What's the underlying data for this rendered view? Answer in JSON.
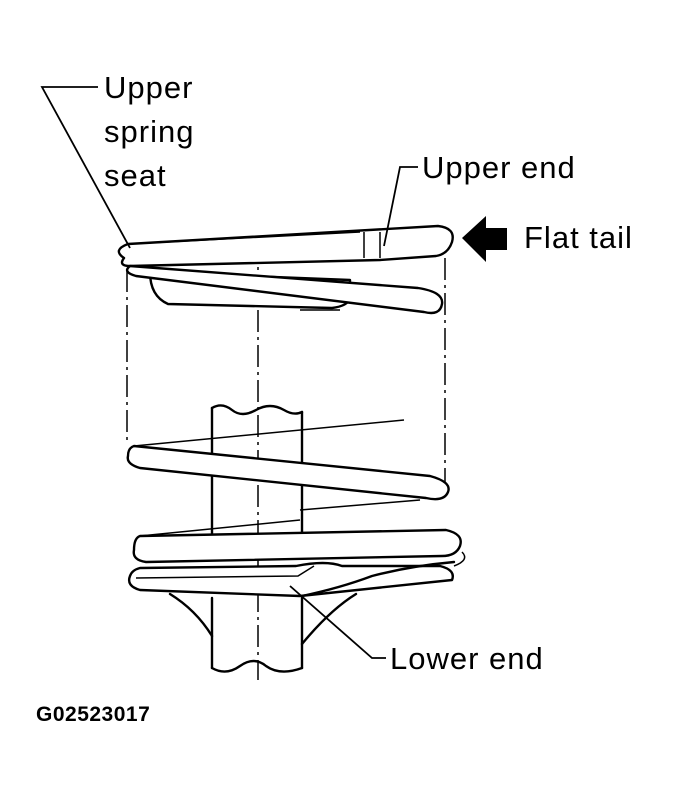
{
  "labels": {
    "upper_spring_seat": [
      "Upper",
      "spring",
      "seat"
    ],
    "upper_end": "Upper end",
    "flat_tail": "Flat tail",
    "lower_end": "Lower end"
  },
  "figure_code": "G02523017",
  "colors": {
    "line": "#000000",
    "background": "#ffffff"
  },
  "icons": {
    "flat_tail_arrow": "arrow-left-icon"
  }
}
